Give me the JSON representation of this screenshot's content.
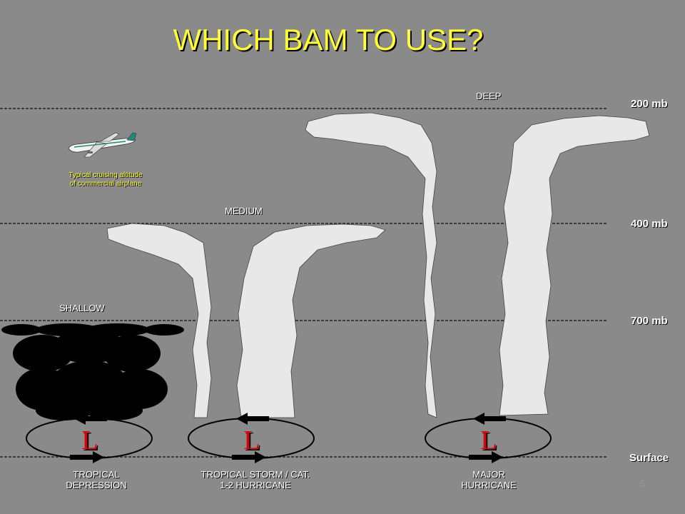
{
  "title": "WHICH BAM TO USE?",
  "levels": {
    "l200": "200 mb",
    "l400": "400 mb",
    "l700": "700 mb",
    "surface": "Surface"
  },
  "bands": {
    "deep": "DEEP",
    "medium": "MEDIUM",
    "shallow": "SHALLOW"
  },
  "airplane_caption": {
    "line1": "Typical cruising altitude",
    "line2": "of commercial airplane"
  },
  "low_symbol": "L",
  "systems": [
    {
      "line1": "TROPICAL",
      "line2": "DEPRESSION"
    },
    {
      "line1": "TROPICAL STORM / CAT.",
      "line2": "1-2 HURRICANE"
    },
    {
      "line1": "MAJOR",
      "line2": "HURRICANE"
    }
  ],
  "page_number": "5",
  "colors": {
    "background": "#8a8a8a",
    "title": "#ffff33",
    "cloud": "#e8e8e8",
    "shallow_cloud": "#000000",
    "low_symbol": "#e00000"
  },
  "icons": {
    "airplane": "airplane-icon"
  }
}
